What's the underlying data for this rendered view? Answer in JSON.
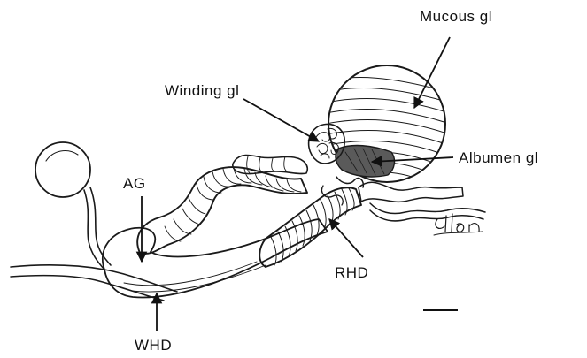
{
  "labels": {
    "mucous_gland": "Mucous gl",
    "winding_gland": "Winding gl",
    "albumen_gland": "Albumen gl",
    "ag": "AG",
    "rhd": "RHD",
    "whd": "WHD"
  },
  "signature": "cllon"
}
